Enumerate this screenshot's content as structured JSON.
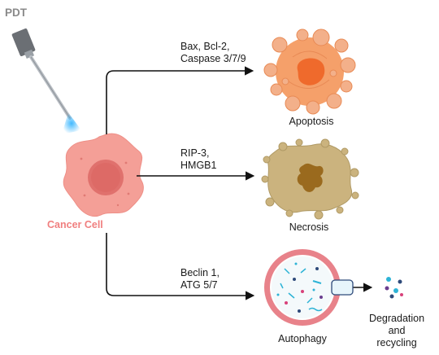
{
  "title": "PDT",
  "cancer_cell_label": "Cancer Cell",
  "pathways": [
    {
      "markers_line1": "Bax, Bcl-2,",
      "markers_line2": "Caspase 3/7/9",
      "outcome": "Apoptosis"
    },
    {
      "markers_line1": "RIP-3,",
      "markers_line2": "HMGB1",
      "outcome": "Necrosis"
    },
    {
      "markers_line1": "Beclin 1,",
      "markers_line2": "ATG 5/7",
      "outcome": "Autophagy"
    }
  ],
  "degradation": {
    "line1": "Degradation",
    "line2": "and",
    "line3": "recycling"
  },
  "colors": {
    "cancer_cell": "#f49f97",
    "nucleus": "#e0716d",
    "apoptosis": "#f5a06a",
    "necrosis": "#cbb37e",
    "autophagy_ring": "#e8828a",
    "title": "#8a8a8a",
    "cancer_label": "#f07f7f",
    "light": "#38b6ff"
  }
}
